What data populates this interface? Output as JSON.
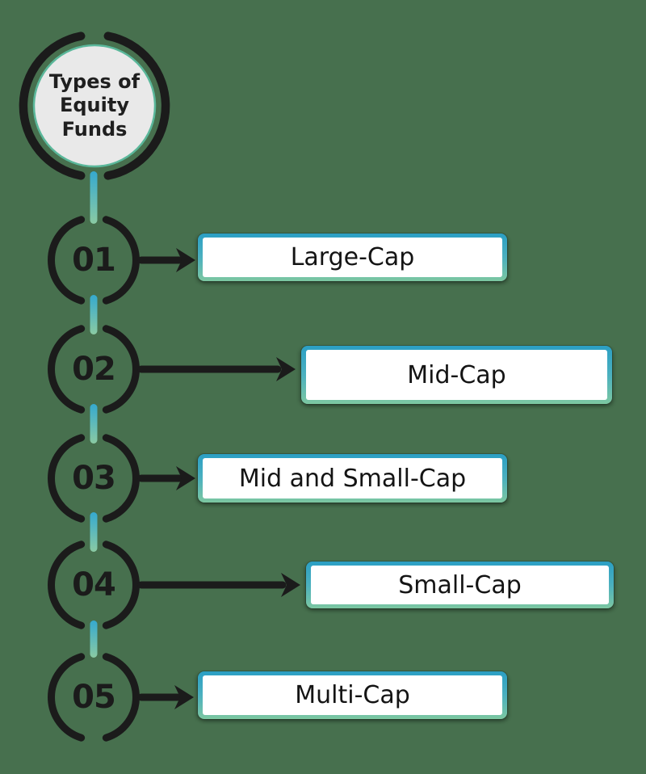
{
  "title": "Types of Equity Funds",
  "steps": [
    {
      "number": "01",
      "label": "Large-Cap"
    },
    {
      "number": "02",
      "label": "Mid-Cap"
    },
    {
      "number": "03",
      "label": "Mid and Small-Cap"
    },
    {
      "number": "04",
      "label": "Small-Cap"
    },
    {
      "number": "05",
      "label": "Multi-Cap"
    }
  ],
  "colors": {
    "background": "#47704e",
    "ink": "#1b1b1b",
    "accent_teal": "#2b9fc4",
    "accent_green": "#7cc7a1",
    "connector_blue": "#35a9cf",
    "connector_green": "#8acaa3",
    "top_circle_fill": "#e9e9e9",
    "top_circle_rim": "#5ab79a",
    "box_fill": "#ffffff"
  }
}
